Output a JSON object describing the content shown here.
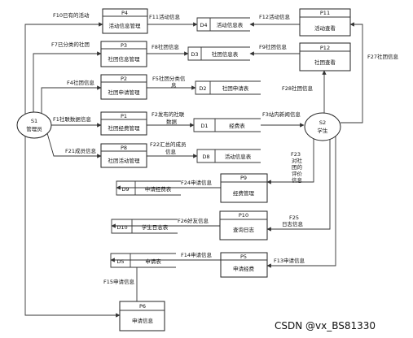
{
  "entities": {
    "s1": {
      "id": "S1",
      "name": "管理员"
    },
    "s2": {
      "id": "S2",
      "name": "学生"
    }
  },
  "processes": {
    "p1": {
      "id": "P1",
      "name": "社团经费管理"
    },
    "p2": {
      "id": "P2",
      "name": "社团申请管理"
    },
    "p3": {
      "id": "P3",
      "name": "社团信息管理"
    },
    "p4": {
      "id": "P4",
      "name": "活动信息管理"
    },
    "p5": {
      "id": "P5",
      "name": "申请经费"
    },
    "p6": {
      "id": "P6",
      "name": "申请信息"
    },
    "p8": {
      "id": "P8",
      "name": "社团活动管理"
    },
    "p9": {
      "id": "P9",
      "name": "经费管理"
    },
    "p10": {
      "id": "P10",
      "name": "查询日志"
    },
    "p11": {
      "id": "P11",
      "name": "活动查看"
    },
    "p12": {
      "id": "P12",
      "name": "社团查看"
    }
  },
  "stores": {
    "d1": {
      "id": "D1",
      "name": "经费表"
    },
    "d2": {
      "id": "D2",
      "name": "社团申请表"
    },
    "d3": {
      "id": "D3",
      "name": "社团信息表"
    },
    "d4": {
      "id": "D4",
      "name": "活动信息表"
    },
    "d5": {
      "id": "D5",
      "name": "申请表"
    },
    "d8": {
      "id": "D8",
      "name": "活动信息表"
    },
    "d9": {
      "id": "D9",
      "name": "申请经费表"
    },
    "d10": {
      "id": "D10",
      "name": "学生日志表"
    }
  },
  "flows": {
    "f1": "F1社联数据信息",
    "f2a": "F2发布的社联",
    "f2b": "数据",
    "f3": "F3站内新闻信息",
    "f4": "F4社团信息",
    "f5a": "F5社团分类信",
    "f5b": "息",
    "f7": "F7已分类的社团",
    "f8": "F8社团信息",
    "f9": "F9社团信息",
    "f10": "F10已有的活动",
    "f11": "F11活动信息",
    "f12": "F12活动信息",
    "f13": "F13申请信息",
    "f14": "F14申请信息",
    "f15": "F15申请信息",
    "f21": "F21成员信息",
    "f22a": "F22汇总的成员",
    "f22b": "信息",
    "f23": [
      "F23",
      "对社",
      "团的",
      "评价",
      "信息"
    ],
    "f24": "F24申请信息",
    "f25a": "F25",
    "f25b": "日志信息",
    "f26": "F26好友信息",
    "f27": "F27社团信息",
    "f28": "F28社团信息"
  },
  "watermark": "CSDN @vx_BS81330"
}
